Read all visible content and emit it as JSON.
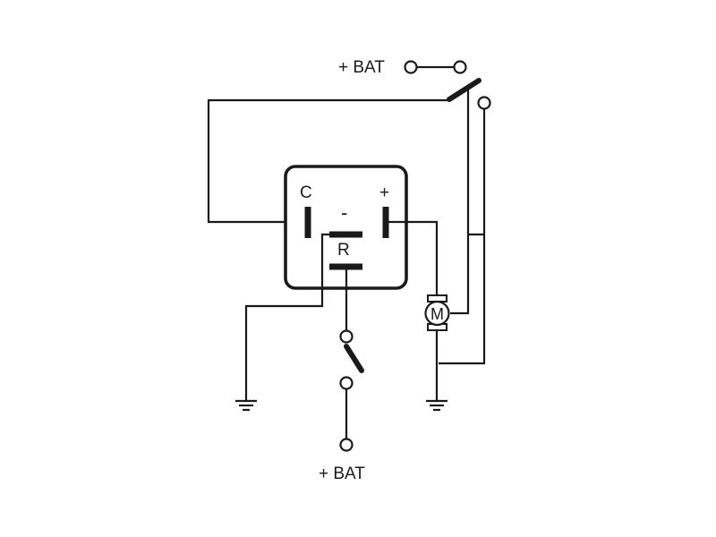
{
  "diagram": {
    "top_supply_label": "+ BAT",
    "bottom_supply_label": "+ BAT",
    "relay": {
      "terminal_c": "C",
      "terminal_minus": "-",
      "terminal_plus": "+",
      "terminal_r": "R"
    },
    "motor_label": "M"
  },
  "colors": {
    "line": "#1a1a1a",
    "background": "#ffffff"
  }
}
